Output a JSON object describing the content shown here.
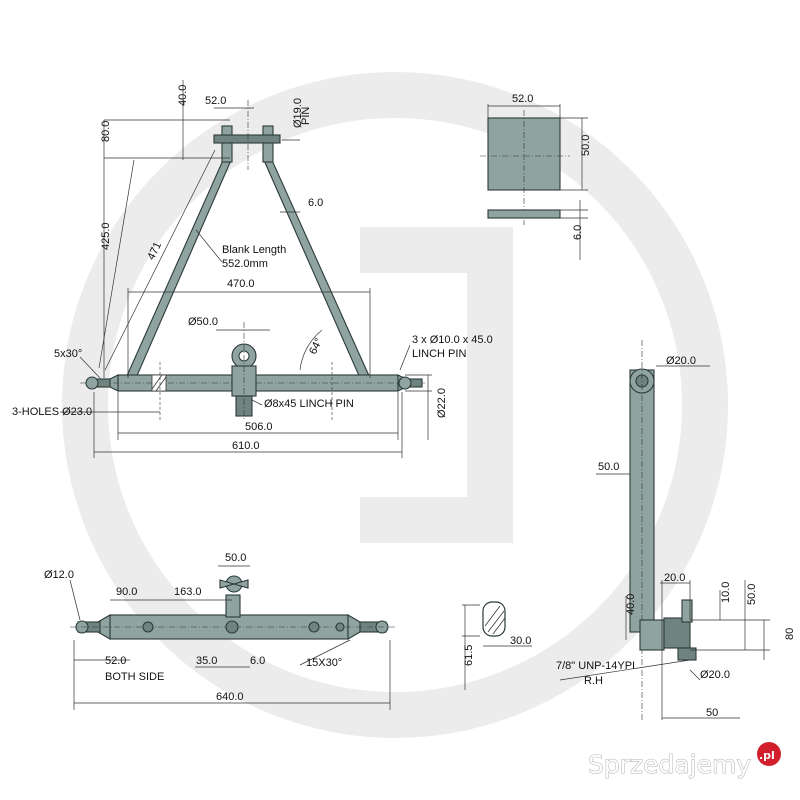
{
  "watermark": {
    "brand": "Sprzedajemy",
    "tld": ".pl",
    "brand_color": "#d11f2b"
  },
  "labels": {
    "d40": "40.0",
    "d52_top": "52.0",
    "d19_pin": "Ø19.0",
    "pin_word": "PIN",
    "d80": "80.0",
    "d425": "425.0",
    "d471": "471",
    "blank_length": "Blank Length",
    "blank_mm": "552.0mm",
    "d6_bar": "6.0",
    "d470": "470.0",
    "d50_ring": "Ø50.0",
    "angle": "64°",
    "chamfer": "5x30°",
    "linch_1": "3 x Ø10.0 x 45.0",
    "linch_2": "LINCH PIN",
    "holes": "3-HOLES Ø23.0",
    "linch_small": "Ø8x45 LINCH PIN",
    "d22": "Ø22.0",
    "d506": "506.0",
    "d610": "610.0",
    "plate_w": "52.0",
    "plate_h": "50.0",
    "plate_t": "6.0",
    "arm_d20_top": "Ø20.0",
    "arm_w50": "50.0",
    "arm_d20_low": "20.0",
    "arm_d10": "10.0",
    "arm_d50v": "50.0",
    "arm_d40": "40.0",
    "arm_d80": "80",
    "thread_1": "7/8\" UNP-14YPI",
    "thread_2": "R.H",
    "arm_d20_bot": "Ø20.0",
    "arm_d50_bot": "50",
    "link_d50": "50.0",
    "link_d12": "Ø12.0",
    "link_d90": "90.0",
    "link_d163": "163.0",
    "link_d52": "52.0",
    "both_side": "BOTH SIDE",
    "link_d35": "35.0",
    "link_d6": "6.0",
    "link_chamfer": "15X30°",
    "link_d640": "640.0",
    "sec_d30": "30.0",
    "sec_d615": "61.5"
  }
}
